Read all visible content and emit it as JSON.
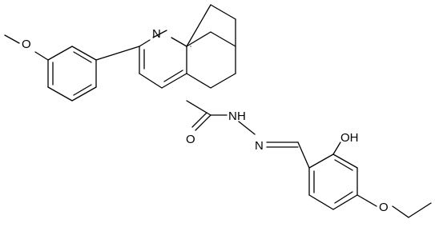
{
  "atom_labels": {
    "n_quinoline": "N",
    "o_methoxy": "O",
    "o_carbonyl": "O",
    "n_hydrazide": "N",
    "nh_hydrazide": "H",
    "n_imine": "N",
    "oh_phenol": "OH",
    "o_ethoxy": "O"
  }
}
